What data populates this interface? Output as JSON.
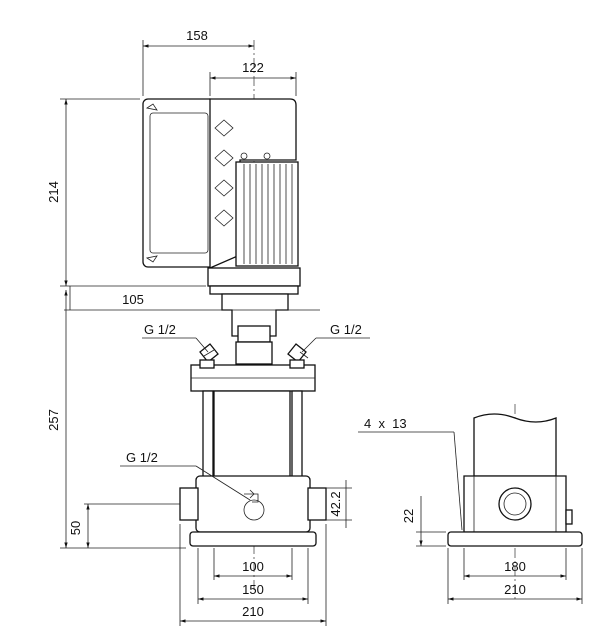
{
  "dimensions": {
    "top_width_158": "158",
    "top_width_122": "122",
    "motor_height_214": "214",
    "offset_105": "105",
    "pump_height_257": "257",
    "inlet_height_50": "50",
    "port_dia_42_2": "42.2",
    "port_spacing_100": "100",
    "base_width_150": "150",
    "base_width_210": "210",
    "side_height_22": "22",
    "side_base_180": "180",
    "side_base_210": "210"
  },
  "labels": {
    "g_left": "G 1/2",
    "g_right": "G 1/2",
    "g_lower": "G 1/2",
    "holes": "4  x  13"
  }
}
